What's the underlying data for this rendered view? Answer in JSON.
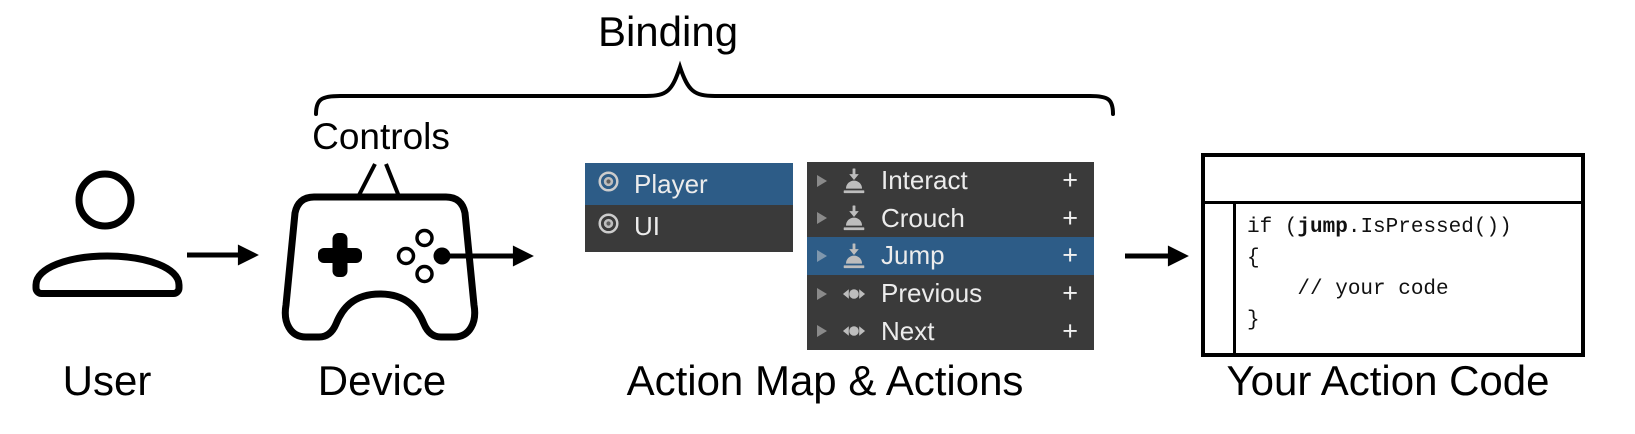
{
  "title": "Binding",
  "annotations": {
    "controls": "Controls"
  },
  "captions": {
    "user": "User",
    "device": "Device",
    "action_map": "Action Map & Actions",
    "action_code": "Your Action Code"
  },
  "action_map_panel": {
    "items": [
      {
        "label": "Player",
        "selected": true
      },
      {
        "label": "UI",
        "selected": false
      }
    ]
  },
  "actions_panel": {
    "items": [
      {
        "label": "Interact",
        "icon": "button-action-icon",
        "add_label": "+",
        "selected": false
      },
      {
        "label": "Crouch",
        "icon": "button-action-icon",
        "add_label": "+",
        "selected": false
      },
      {
        "label": "Jump",
        "icon": "button-action-icon",
        "add_label": "+",
        "selected": true
      },
      {
        "label": "Previous",
        "icon": "axis-action-icon",
        "add_label": "+",
        "selected": false
      },
      {
        "label": "Next",
        "icon": "axis-action-icon",
        "add_label": "+",
        "selected": false
      }
    ]
  },
  "code_window": {
    "line1_prefix": "if (",
    "line1_keyword": "jump",
    "line1_suffix": ".IsPressed())",
    "line2": "{",
    "line3": "    // your code",
    "line4": "}"
  },
  "colors": {
    "selection_blue": "#2d5c87",
    "panel_dark": "#3a3a3a",
    "icon_gray": "#bdbdbd",
    "foldout_gray": "#8a8a8a",
    "row_text": "#ececec",
    "ink": "#000000",
    "background": "#ffffff"
  }
}
